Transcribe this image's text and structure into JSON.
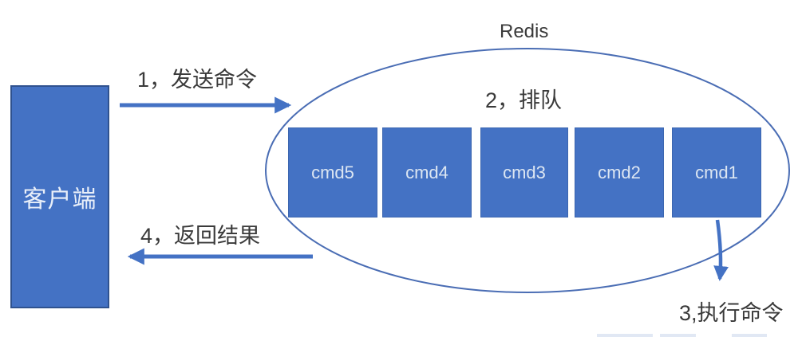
{
  "diagram": {
    "title": "Redis",
    "client": {
      "label": "客户端"
    },
    "redis": {
      "label": "Redis"
    },
    "steps": {
      "send": "1，发送命令",
      "queue": "2，排队",
      "execute": "3,执行命令",
      "return": "4，返回结果"
    },
    "queue": {
      "items": [
        "cmd5",
        "cmd4",
        "cmd3",
        "cmd2",
        "cmd1"
      ]
    },
    "colors": {
      "shape_fill": "#4472C4",
      "client_border": "#2F528F",
      "box_text": "#DCE6F2",
      "client_text": "#E9EFF9",
      "arrow": "#4472C4",
      "ellipse_stroke": "#4A6DB4",
      "label_text": "#3A3A3A",
      "background": "#FFFFFF"
    }
  }
}
